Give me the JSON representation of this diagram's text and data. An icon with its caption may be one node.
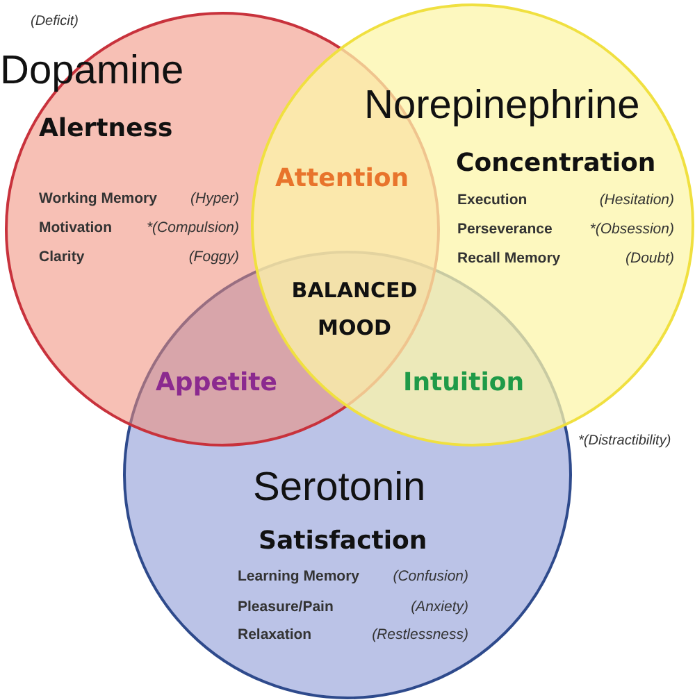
{
  "diagram": {
    "nodes": [
      {
        "text": [
          "Dopamine",
          "Alertness",
          "Working Memory",
          "(Hyper)",
          "Motivation",
          "*(Compulsion)",
          "Clarity",
          "(Foggy)"
        ]
      },
      {
        "text": [
          "Norepinephrine",
          "Concentration",
          "Execution",
          "(Hesitation)",
          "Perseverance",
          "*(Obsession)",
          "Recall Memory",
          "(Doubt)"
        ]
      },
      {
        "text": [
          "Serotonin",
          "Satisfaction",
          "Learning Memory",
          "(Confusion)",
          "Pleasure/Pain",
          "(Anxiety)",
          "Relaxation",
          "(Restlessness)"
        ]
      }
    ],
    "labels": [
      "(Deficit)",
      "Attention",
      "BALANCED MOOD",
      "Appetite",
      "Intuition",
      "*(Distractibility)"
    ]
  }
}
